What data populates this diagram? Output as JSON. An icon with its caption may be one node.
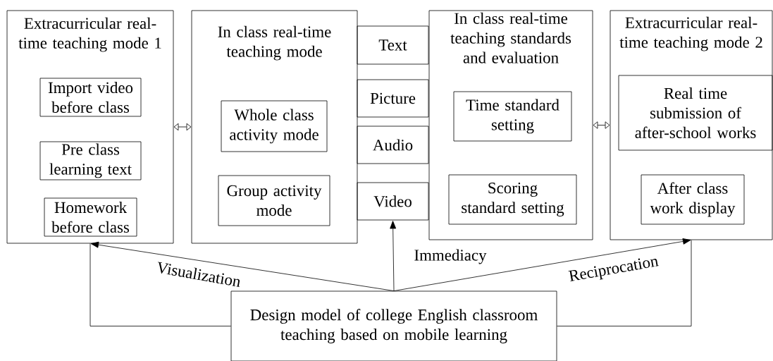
{
  "diagram": {
    "nodes": [
      {
        "text": [
          "Extracurricular real-time teaching mode 1"
        ]
      },
      {
        "text": [
          "Import video before class"
        ],
        "in": 0
      },
      {
        "text": [
          "Pre class learning text"
        ],
        "in": 0
      },
      {
        "text": [
          "Homework before class"
        ],
        "in": 0
      },
      {
        "text": [
          "In class real-time teaching mode"
        ]
      },
      {
        "text": [
          "Whole class activity mode"
        ],
        "in": 4
      },
      {
        "text": [
          "Group activity mode"
        ],
        "in": 4
      },
      {
        "text": [
          "Text"
        ]
      },
      {
        "text": [
          "Picture"
        ]
      },
      {
        "text": [
          "Audio"
        ]
      },
      {
        "text": [
          "Video"
        ]
      },
      {
        "text": [
          "In class real-time teaching standards and evaluation"
        ]
      },
      {
        "text": [
          "Time standard setting"
        ],
        "in": 11
      },
      {
        "text": [
          "Scoring standard setting"
        ],
        "in": 11
      },
      {
        "text": [
          "Extracurricular real-time teaching mode 2"
        ]
      },
      {
        "text": [
          "Real time submission of after-school works"
        ],
        "in": 14
      },
      {
        "text": [
          "After class work display"
        ],
        "in": 14
      },
      {
        "text": [
          "Design model of college English classroom teaching based on mobile learning"
        ]
      }
    ],
    "edges": [
      {
        "from": 0,
        "to": 4,
        "arrow": "both"
      },
      {
        "from": 11,
        "to": 14,
        "arrow": "both"
      },
      {
        "from": 17,
        "to": 0,
        "arrow": "to",
        "label": "Visualization"
      },
      {
        "from": 17,
        "to": 10,
        "arrow": "to",
        "label": "Immediacy"
      },
      {
        "from": 17,
        "to": 14,
        "arrow": "to",
        "label": "Reciprocation"
      },
      {
        "from": 17,
        "to": 0,
        "arrow": "none"
      },
      {
        "from": 17,
        "to": 14,
        "arrow": "none"
      }
    ]
  }
}
